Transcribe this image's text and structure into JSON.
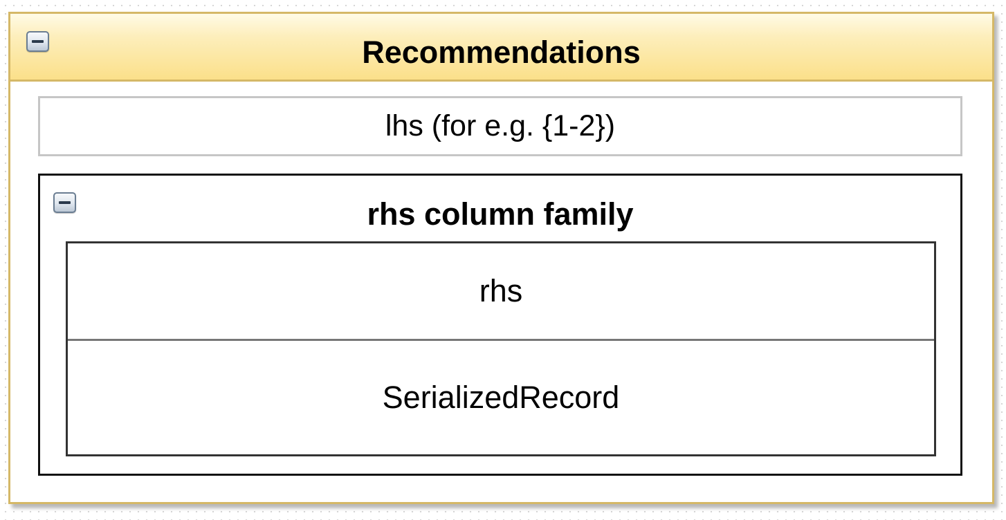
{
  "table": {
    "name": "Recommendations",
    "collapse_symbol": "−",
    "row_key": "lhs (for e.g. {1-2})",
    "column_family": {
      "name": "rhs column family",
      "collapse_symbol": "−",
      "columns": [
        {
          "name": "rhs",
          "type": "SerializedRecord"
        }
      ]
    }
  },
  "colors": {
    "header_fill": "#fbe08a",
    "container_border": "#d5b867",
    "key_border": "#c6c6c6",
    "family_border": "#111111"
  },
  "icons": {
    "collapse": "collapse-minus-icon"
  }
}
